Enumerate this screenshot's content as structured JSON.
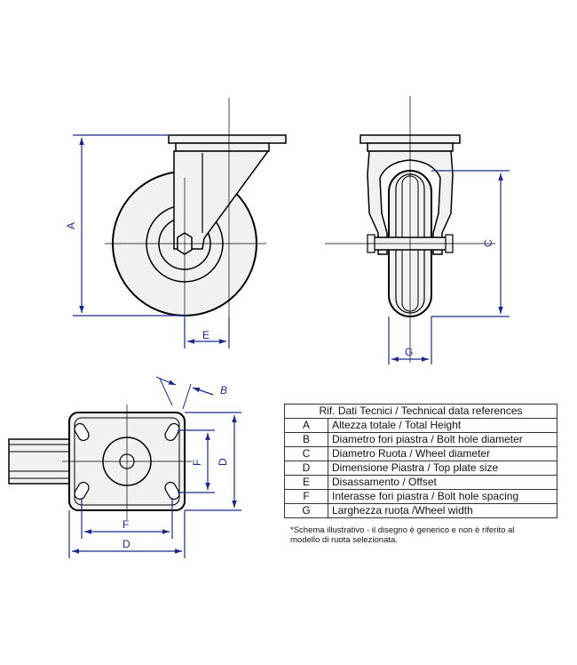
{
  "dimension_labels": {
    "A": "A",
    "B": "B",
    "C": "C",
    "D": "D",
    "E": "E",
    "F": "F",
    "G": "G"
  },
  "table": {
    "header": "Rif. Dati Tecnici / Technical data references",
    "rows": [
      {
        "letter": "A",
        "description": "Altezza totale / Total Height"
      },
      {
        "letter": "B",
        "description": "Diametro fori piastra / Bolt hole diameter"
      },
      {
        "letter": "C",
        "description": "Diametro Ruota / Wheel diameter"
      },
      {
        "letter": "D",
        "description": "Dimensione Piastra / Top plate size"
      },
      {
        "letter": "E",
        "description": "Disassamento / Offset"
      },
      {
        "letter": "F",
        "description": "Interasse fori piastra / Bolt hole spacing"
      },
      {
        "letter": "G",
        "description": "Larghezza ruota /Wheel width"
      }
    ]
  },
  "note": {
    "line1": "*Schema illustrativo - il disegno è generico e  non è riferito al",
    "line2": "modello di ruota selezionata."
  },
  "colors": {
    "dimension": "#1a2a8c",
    "outline": "#000000",
    "fill": "#f1f1f1"
  }
}
